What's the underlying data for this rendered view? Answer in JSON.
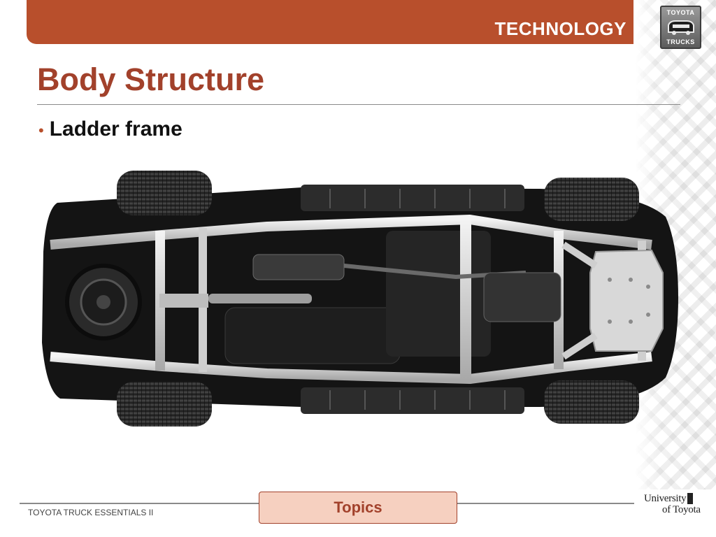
{
  "header": {
    "section": "TECHNOLOGY",
    "accent_color": "#b84f2c"
  },
  "logo": {
    "top_text": "TOYOTA",
    "bottom_text": "TRUCKS",
    "icon": "truck-emblem-icon"
  },
  "slide": {
    "title": "Body Structure",
    "title_color": "#a2412b",
    "bullets": [
      "Ladder frame"
    ],
    "image_subject": "truck-underbody-chassis-image"
  },
  "footer": {
    "course": "TOYOTA TRUCK ESSENTIALS II",
    "topics_button": "Topics",
    "university_line1": "University",
    "university_line2": "of Toyota"
  }
}
